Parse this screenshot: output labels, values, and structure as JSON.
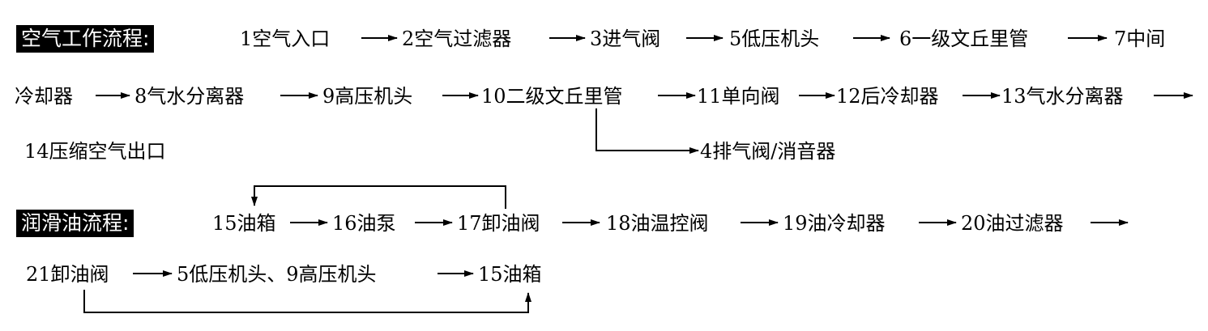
{
  "air_section": {
    "label": "空气工作流程:",
    "nodes": [
      "1空气入口",
      "2空气过滤器",
      "3进气阀",
      "5低压机头",
      "6一级文丘里管",
      "7中间",
      "冷却器",
      "8气水分离器",
      "9高压机头",
      "10二级文丘里管",
      "11单向阀",
      "12后冷却器",
      "13气水分离器",
      "14压缩空气出口"
    ],
    "branch_node": "4排气阀/消音器"
  },
  "oil_section": {
    "label": "润滑油流程:",
    "nodes": [
      "15油箱",
      "16油泵",
      "17卸油阀",
      "18油温控阀",
      "19油冷却器",
      "20油过滤器",
      "21卸油阀",
      "5低压机头、9高压机头",
      "15油箱"
    ]
  }
}
